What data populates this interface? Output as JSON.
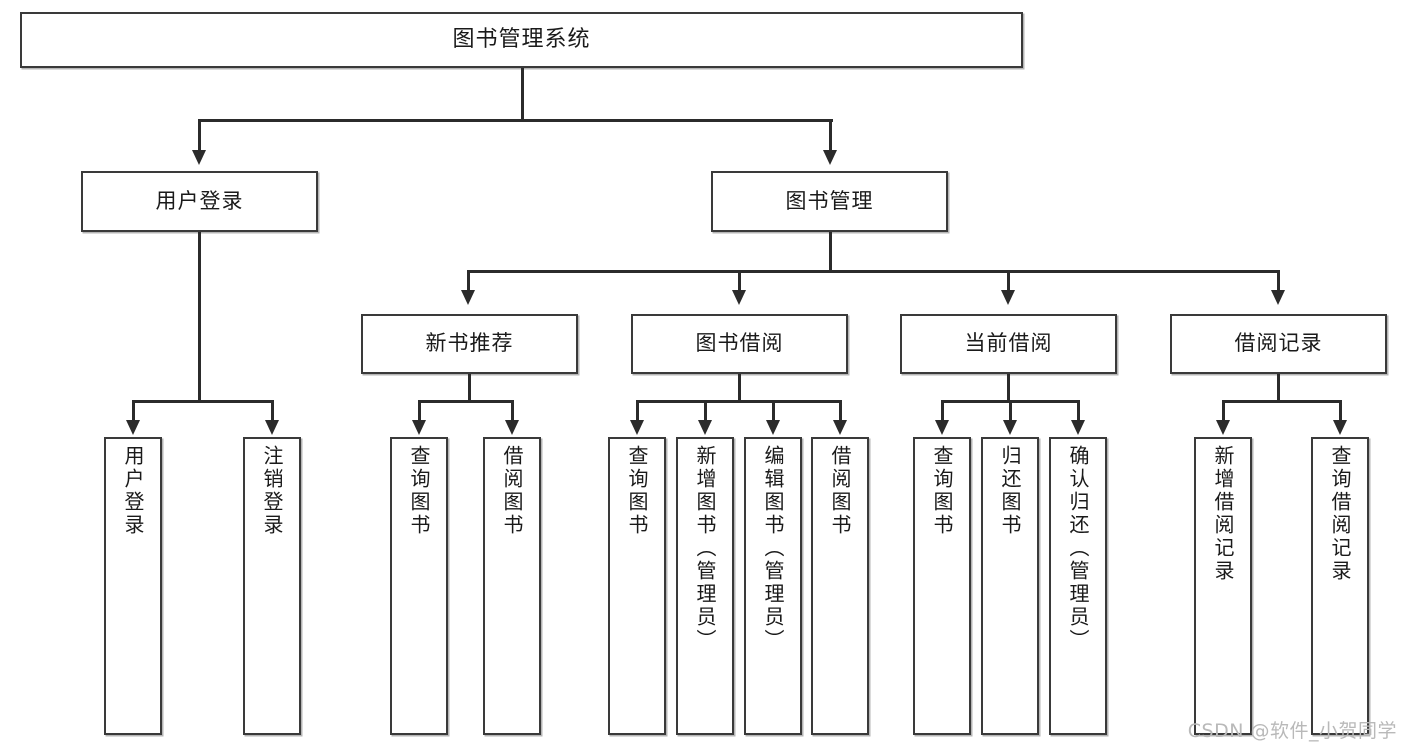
{
  "diagram": {
    "type": "tree",
    "title": "图书管理系统",
    "root": {
      "label": "图书管理系统"
    },
    "level2": [
      {
        "label": "用户登录"
      },
      {
        "label": "图书管理"
      }
    ],
    "level3": [
      {
        "label": "新书推荐"
      },
      {
        "label": "图书借阅"
      },
      {
        "label": "当前借阅"
      },
      {
        "label": "借阅记录"
      }
    ],
    "leaves": {
      "user_login": [
        {
          "label": "用户登录"
        },
        {
          "label": "注销登录"
        }
      ],
      "new_book_recommend": [
        {
          "label": "查询图书"
        },
        {
          "label": "借阅图书"
        }
      ],
      "book_borrow": [
        {
          "label": "查询图书"
        },
        {
          "label": "新增图书（管理员）"
        },
        {
          "label": "编辑图书（管理员）"
        },
        {
          "label": "借阅图书"
        }
      ],
      "current_borrow": [
        {
          "label": "查询图书"
        },
        {
          "label": "归还图书"
        },
        {
          "label": "确认归还（管理员）"
        }
      ],
      "borrow_record": [
        {
          "label": "新增借阅记录"
        },
        {
          "label": "查询借阅记录"
        }
      ]
    }
  },
  "watermark": {
    "text": "CSDN @软件_小贺同学"
  },
  "colors": {
    "box_border": "#3a3a3a",
    "line": "#2b2b2b",
    "background": "#ffffff",
    "text": "#1a1a1a",
    "watermark": "#b9b9b9"
  }
}
